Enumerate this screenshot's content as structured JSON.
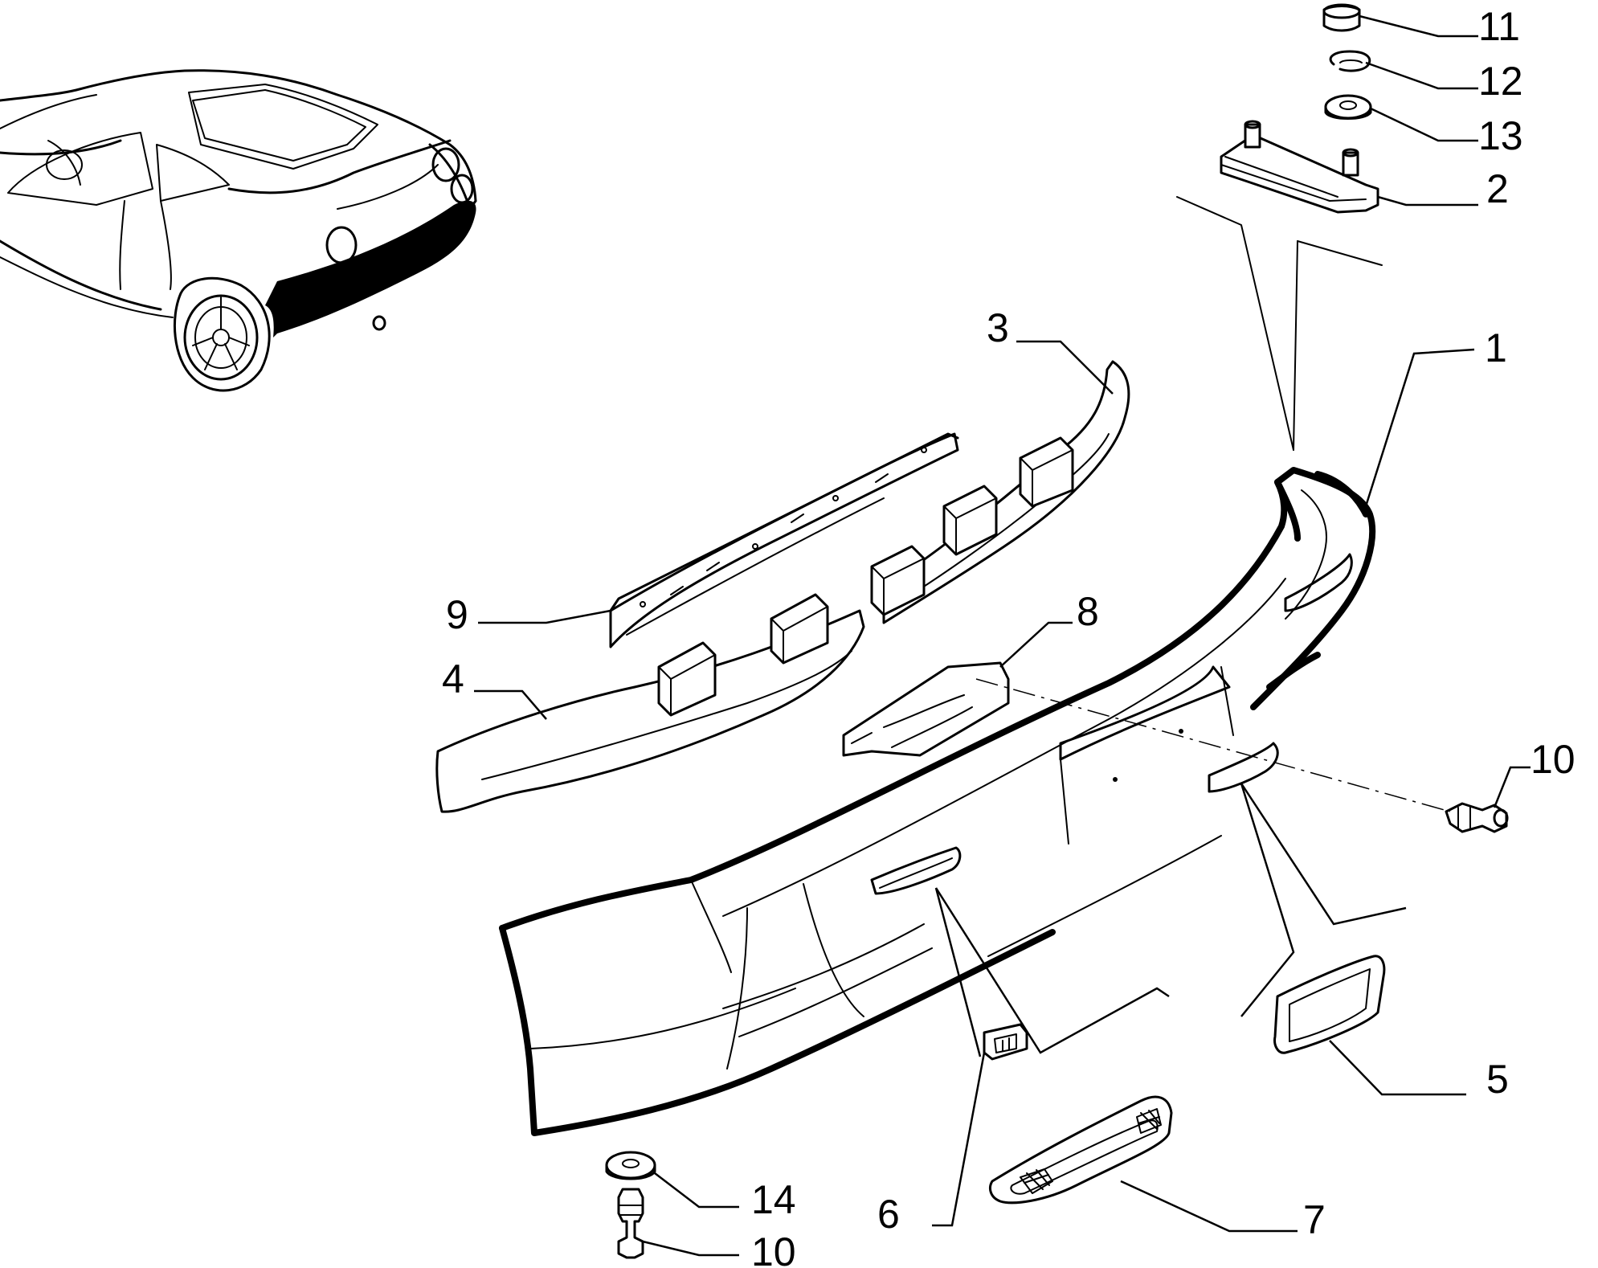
{
  "diagram": {
    "type": "exploded-parts-view",
    "subject": "rear bumper assembly",
    "callouts": [
      {
        "id": "c1",
        "label": "1"
      },
      {
        "id": "c2",
        "label": "2"
      },
      {
        "id": "c3",
        "label": "3"
      },
      {
        "id": "c4",
        "label": "4"
      },
      {
        "id": "c5",
        "label": "5"
      },
      {
        "id": "c6",
        "label": "6"
      },
      {
        "id": "c7",
        "label": "7"
      },
      {
        "id": "c8",
        "label": "8"
      },
      {
        "id": "c9",
        "label": "9"
      },
      {
        "id": "c10a",
        "label": "10"
      },
      {
        "id": "c10b",
        "label": "10"
      },
      {
        "id": "c11",
        "label": "11"
      },
      {
        "id": "c12",
        "label": "12"
      },
      {
        "id": "c13",
        "label": "13"
      },
      {
        "id": "c14",
        "label": "14"
      }
    ]
  },
  "colors": {
    "line": "#000000",
    "background": "#ffffff",
    "highlight_fill": "#000000"
  }
}
